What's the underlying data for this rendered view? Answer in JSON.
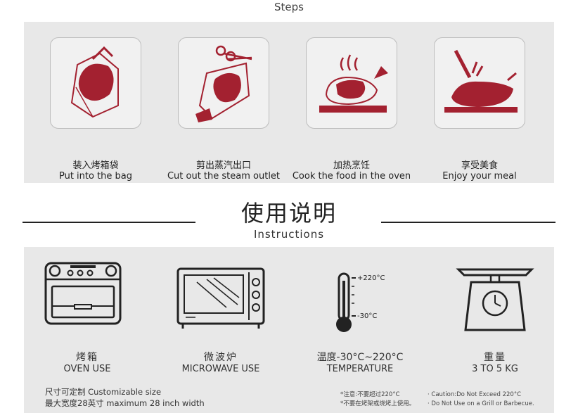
{
  "steps": {
    "title": "Steps",
    "items": [
      {
        "zh": "装入烤箱袋",
        "en": "Put into the bag"
      },
      {
        "zh": "剪出蒸汽出口",
        "en": "Cut out the steam outlet"
      },
      {
        "zh": "加热烹饪",
        "en": "Cook the food in the oven"
      },
      {
        "zh": "享受美食",
        "en": "Enjoy your meal"
      }
    ]
  },
  "instructions": {
    "title_zh": "使用说明",
    "title_en": "Instructions",
    "items": [
      {
        "zh": "烤箱",
        "en": "OVEN USE"
      },
      {
        "zh": "微波炉",
        "en": "MICROWAVE USE"
      },
      {
        "zh": "温度-30°C~220°C",
        "en": "TEMPERATURE"
      },
      {
        "zh": "重量",
        "en": "3 TO 5 KG"
      }
    ],
    "thermometer": {
      "high": "+220°C",
      "low": "-30°C"
    },
    "custom_size_zh": "尺寸可定制 Customizable size",
    "max_width": "最大宽度28英寸 maximum 28 inch width",
    "caution_zh_1": "*注意:不要超过220°C",
    "caution_zh_2": "*不要在烤架或烧烤上使用。",
    "caution_en_1": "· Caution:Do Not Exceed 220°C",
    "caution_en_2": "· Do Not Use on a Grill or Barbecue."
  },
  "colors": {
    "accent": "#a32130",
    "panel": "#e8e8e8",
    "text": "#222222"
  }
}
